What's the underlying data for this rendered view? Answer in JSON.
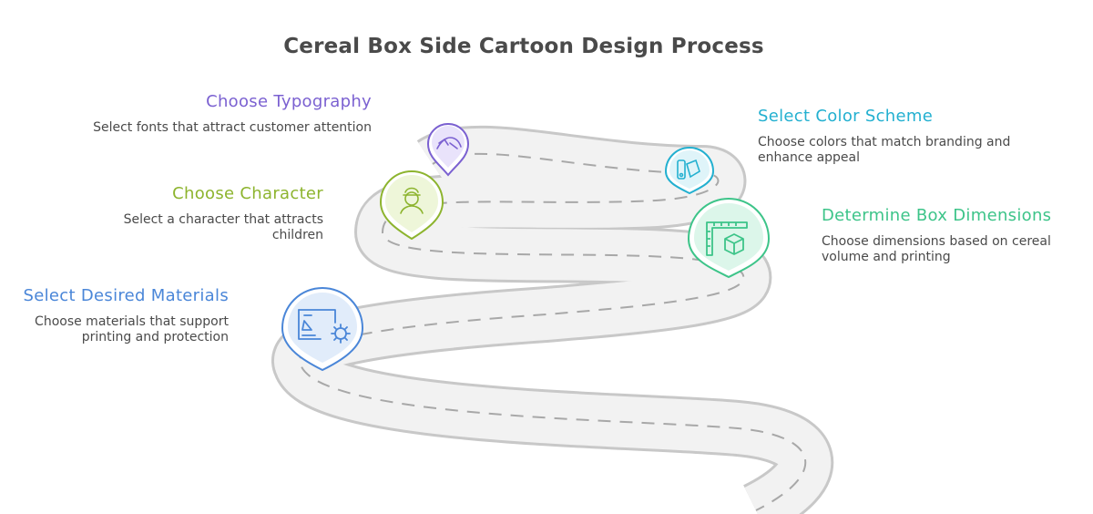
{
  "title": "Cereal Box Side Cartoon Design Process",
  "steps": [
    {
      "id": "typography",
      "title": "Choose Typography",
      "description": "Select fonts that attract customer attention",
      "color": "#7b61d1",
      "icon": "typography-icon"
    },
    {
      "id": "color",
      "title": "Select Color Scheme",
      "description": "Choose colors that match branding and enhance appeal",
      "color": "#23b0d0",
      "icon": "color-swatch-icon"
    },
    {
      "id": "character",
      "title": "Choose Character",
      "description": "Select a character that attracts children",
      "color": "#8db42e",
      "icon": "character-icon"
    },
    {
      "id": "dimensions",
      "title": "Determine Box Dimensions",
      "description": "Choose dimensions based on cereal volume and printing",
      "color": "#3dc489",
      "icon": "box-dimensions-icon"
    },
    {
      "id": "materials",
      "title": "Select Desired Materials",
      "description": "Choose materials that support printing and protection",
      "color": "#4a86d8",
      "icon": "materials-icon"
    }
  ],
  "colors": {
    "road": "#f2f2f2",
    "road_edge": "#c8c8c8",
    "lane_dash": "#a8a8a8",
    "title_text": "#4a4a4a",
    "body_text": "#4a4a4a"
  }
}
